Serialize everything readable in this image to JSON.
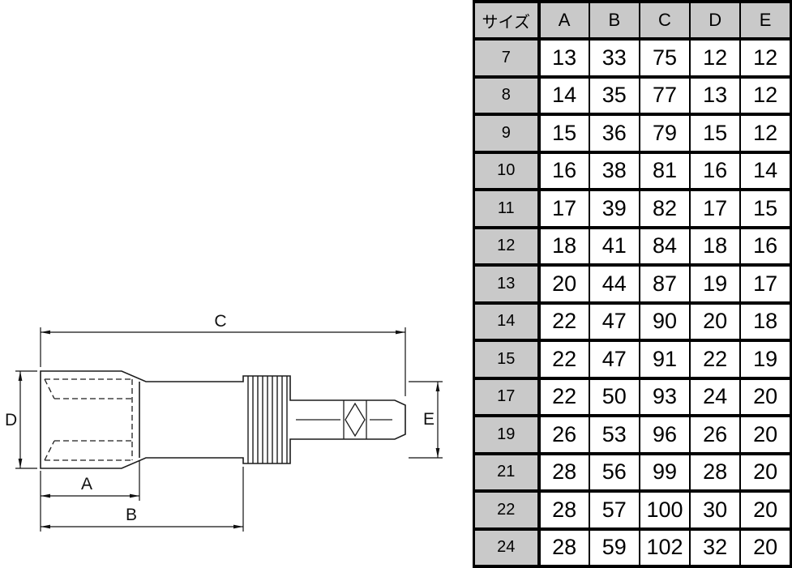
{
  "diagram": {
    "dim_labels": {
      "a": "A",
      "b": "B",
      "c": "C",
      "d": "D",
      "e": "E"
    }
  },
  "table": {
    "header": [
      "サイズ",
      "A",
      "B",
      "C",
      "D",
      "E"
    ],
    "rows": [
      [
        "7",
        "13",
        "33",
        "75",
        "12",
        "12"
      ],
      [
        "8",
        "14",
        "35",
        "77",
        "13",
        "12"
      ],
      [
        "9",
        "15",
        "36",
        "79",
        "15",
        "12"
      ],
      [
        "10",
        "16",
        "38",
        "81",
        "16",
        "14"
      ],
      [
        "11",
        "17",
        "39",
        "82",
        "17",
        "15"
      ],
      [
        "12",
        "18",
        "41",
        "84",
        "18",
        "16"
      ],
      [
        "13",
        "20",
        "44",
        "87",
        "19",
        "17"
      ],
      [
        "14",
        "22",
        "47",
        "90",
        "20",
        "18"
      ],
      [
        "15",
        "22",
        "47",
        "91",
        "22",
        "19"
      ],
      [
        "17",
        "22",
        "50",
        "93",
        "24",
        "20"
      ],
      [
        "19",
        "26",
        "53",
        "96",
        "26",
        "20"
      ],
      [
        "21",
        "28",
        "56",
        "99",
        "28",
        "20"
      ],
      [
        "22",
        "28",
        "57",
        "100",
        "30",
        "20"
      ],
      [
        "24",
        "28",
        "59",
        "102",
        "32",
        "20"
      ]
    ],
    "colors": {
      "header_bg": "#c9c9c9",
      "cell_bg": "#ffffff",
      "border": "#000000"
    }
  }
}
